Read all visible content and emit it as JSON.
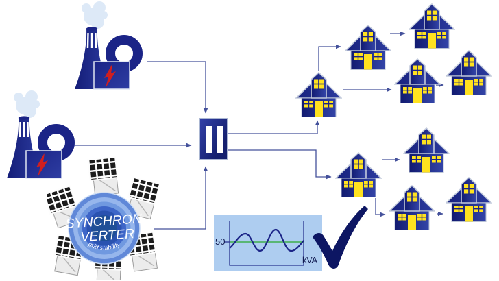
{
  "diagram": {
    "kind": "electric-grid-flow-diagram",
    "sources": {
      "power_plant_top": {
        "icon": "power-plant-icon"
      },
      "power_plant_middle": {
        "icon": "power-plant-icon"
      },
      "synchronverter": {
        "icon": "synchronverter-badge",
        "line1": "SYNCHRON",
        "line2": "VERTER",
        "subtitle": "grid stability"
      }
    },
    "hub": {
      "icon": "grid-bus-icon"
    },
    "consumers": {
      "icon": "house-icon",
      "top_cluster_count": 5,
      "bottom_cluster_count": 4,
      "total": 9
    },
    "frequency_inset": {
      "y_tick_label": "50",
      "x_axis_label": "kVA",
      "reference_frequency": 50,
      "reference_line_color": "#3faf4c",
      "wave_color": "#1b2487",
      "background": "#aecdf0"
    },
    "approval": {
      "icon": "checkmark-icon",
      "color": "#0d1663"
    },
    "edges": [
      {
        "from": "power-plant-top",
        "to": "grid-hub"
      },
      {
        "from": "power-plant-middle",
        "to": "grid-hub"
      },
      {
        "from": "synchronverter",
        "to": "grid-hub"
      },
      {
        "from": "grid-hub",
        "to": "house-a"
      },
      {
        "from": "grid-hub",
        "to": "house-f"
      },
      {
        "from": "house-a",
        "to": "house-b"
      },
      {
        "from": "house-b",
        "to": "house-c"
      },
      {
        "from": "house-a",
        "to": "house-d"
      },
      {
        "from": "house-d",
        "to": "house-e"
      },
      {
        "from": "house-f",
        "to": "house-g"
      },
      {
        "from": "house-f",
        "to": "house-h"
      },
      {
        "from": "house-h",
        "to": "house-i"
      }
    ]
  },
  "colors": {
    "navy": "#1b2487",
    "navy_dark": "#101a6e",
    "navy_light": "#3445a8",
    "yellow": "#ffe21f",
    "steam_blue": "#dde9f7",
    "arrow_blue": "#44519b",
    "bolt_red": "#cf1f1f",
    "panel_bg": "#aecdf0",
    "green": "#3faf4c",
    "check_navy": "#0d1663",
    "badge_outer": "#6088d8",
    "badge_light": "#96b6ec",
    "badge_mid": "#3e66c8",
    "badge_core": "#1f4f97",
    "silver_outline": "#c3cbdc"
  }
}
